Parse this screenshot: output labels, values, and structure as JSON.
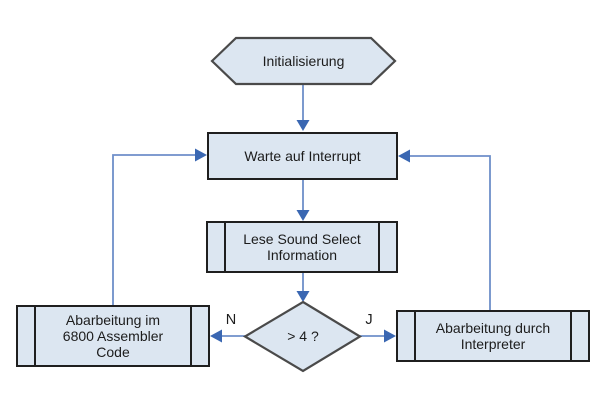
{
  "diagram": {
    "nodes": {
      "init": {
        "type": "hexagon",
        "label": "Initialisierung"
      },
      "wait": {
        "type": "process",
        "label": "Warte auf Interrupt"
      },
      "read": {
        "type": "predefined-process",
        "lines": [
          "Lese Sound Select",
          "Information"
        ]
      },
      "decision": {
        "type": "decision",
        "label": "> 4 ?"
      },
      "assembler": {
        "type": "predefined-process",
        "lines": [
          "Abarbeitung im",
          "6800 Assembler",
          "Code"
        ]
      },
      "interpreter": {
        "type": "predefined-process",
        "lines": [
          "Abarbeitung durch",
          "Interpreter"
        ]
      }
    },
    "edge_labels": {
      "no": "N",
      "yes": "J"
    },
    "colors": {
      "fill": "#dce6f1",
      "border_dark": "#1f1f1f",
      "border_gray": "#4a4a4a",
      "arrow_line": "#6e8fc9",
      "arrow_head": "#3a67b2",
      "text": "#1c1c1c"
    }
  }
}
